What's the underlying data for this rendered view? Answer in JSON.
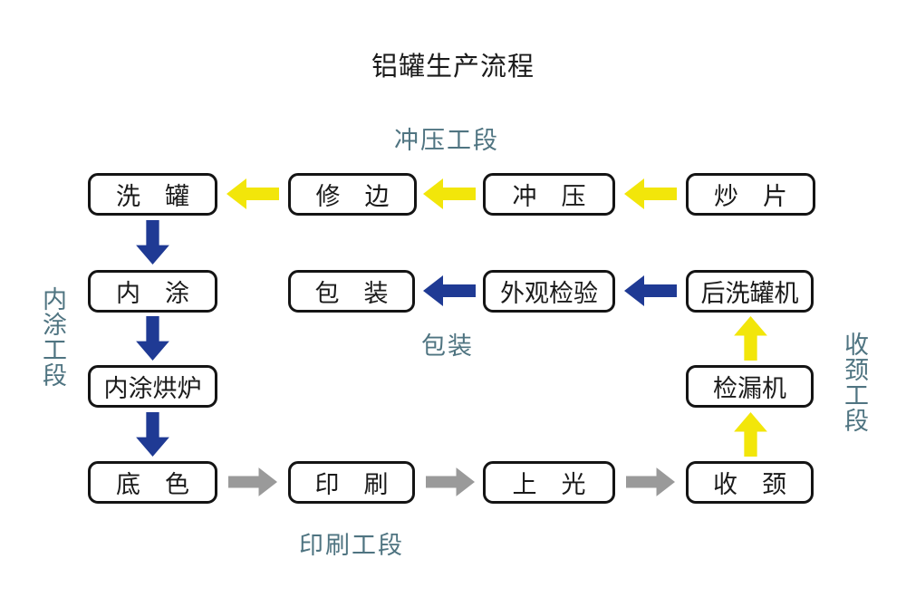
{
  "title": "铝罐生产流程",
  "section_labels": {
    "stamping": "冲压工段",
    "inner_coating": "内涂工段",
    "packing": "包装",
    "printing": "印刷工段",
    "necking": "收颈工段"
  },
  "boxes": {
    "wash_can": "洗　罐",
    "trim": "修　边",
    "stamp": "冲　压",
    "fry_sheet": "炒　片",
    "inner_coat": "内　涂",
    "packing": "包　装",
    "visual_inspection": "外观检验",
    "post_wash_machine": "后洗罐机",
    "inner_coat_oven": "内涂烘炉",
    "leak_tester": "检漏机",
    "base_coat": "底　色",
    "print": "印　刷",
    "varnish": "上　光",
    "neck": "收　颈"
  },
  "colors": {
    "arrow_yellow": "#f2e60a",
    "arrow_navy": "#1f3a94",
    "arrow_gray": "#9a9a9a",
    "section_label_teal": "#4f7481",
    "box_border": "#141414"
  }
}
